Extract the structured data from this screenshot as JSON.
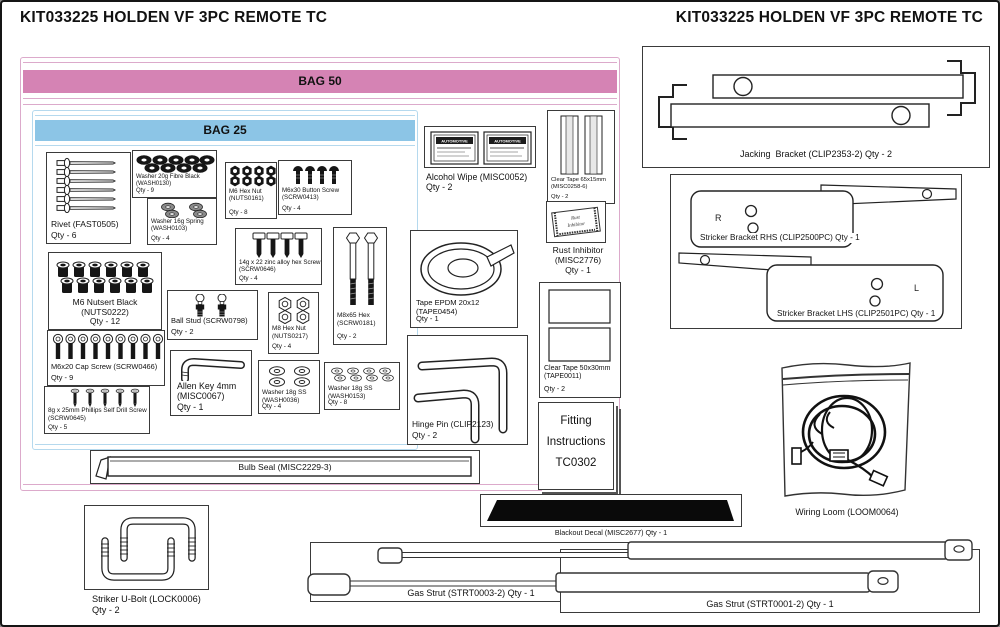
{
  "titles": {
    "left": "KIT033225 HOLDEN VF 3PC REMOTE TC",
    "right": "KIT033225 HOLDEN VF 3PC REMOTE TC"
  },
  "bags": {
    "bag50": {
      "label": "BAG 50",
      "band_color": "#d583b4"
    },
    "bag25": {
      "label": "BAG 25",
      "band_color": "#8cc5e6"
    }
  },
  "parts": {
    "rivet": {
      "label": "Rivet (FAST0505)",
      "qty": "Qty - 6"
    },
    "washer_fibre": {
      "label": "Washer 20g Fibre Black (WASH0130)",
      "qty": "Qty - 9"
    },
    "washer_spring": {
      "label": "Washer 16g Spring (WASH0103)",
      "qty": "Qty - 4"
    },
    "m6_hex_nut": {
      "label": "M6 Hex Nut (NUTS0161)",
      "qty": "Qty - 8"
    },
    "m6x30_button": {
      "label": "M6x30 Button Screw (SCRW0413)",
      "qty": "Qty - 4"
    },
    "zinc_hex_screw": {
      "label": "14g x 22 zinc alloy hex Screw (SCRW0646)",
      "qty": "Qty - 4"
    },
    "m6_nutsert": {
      "label": "M6 Nutsert Black (NUTS0222)",
      "qty": "Qty - 12"
    },
    "ball_stud": {
      "label": "Ball Stud (SCRW0798)",
      "qty": "Qty - 2"
    },
    "m8_hex_nut": {
      "label": "M8 Hex Nut (NUTS0217)",
      "qty": "Qty - 4"
    },
    "m8x65_hex": {
      "label": "M8x65 Hex (SCRW0181)",
      "qty": "Qty - 2"
    },
    "m6x20_cap": {
      "label": "M6x20 Cap Screw (SCRW0466)",
      "qty": "Qty - 9"
    },
    "self_drill": {
      "label": "8g x 25mm Phillips Self Drill Screw (SCRW0645)",
      "qty": "Qty - 5"
    },
    "allen_key": {
      "label": "Allen Key 4mm (MISC0067)",
      "qty": "Qty - 1"
    },
    "washer_18g_36": {
      "label": "Washer 18g SS (WASH0036)",
      "qty": "Qty - 4"
    },
    "washer_18g_153": {
      "label": "Washer 18g SS (WASH0153)",
      "qty": "Qty - 8"
    },
    "alcohol_wipe": {
      "label": "Alcohol Wipe (MISC0052) Qty - 2",
      "wipe_header": "AUTOMOTIVE"
    },
    "clear_tape_65": {
      "label": "Clear Tape 65x15mm (MISC0258-6)",
      "qty": "Qty - 2"
    },
    "rust_inhibitor": {
      "label": "Rust Inhibitor (MISC2776)",
      "qty": "Qty - 1",
      "packet_line1": "Rust",
      "packet_line2": "Inhibitor"
    },
    "tape_epdm": {
      "label": "Tape EPDM 20x12 (TAPE0454)",
      "qty": "Qty - 1"
    },
    "hinge_pin": {
      "label": "Hinge Pin (CLIP2123)",
      "qty": "Qty - 2"
    },
    "clear_tape_50": {
      "label": "Clear Tape 50x30mm (TAPE0011)",
      "qty": "Qty - 2"
    },
    "fitting_instructions": {
      "line1": "Fitting",
      "line2": "Instructions",
      "line3": "TC0302"
    },
    "bulb_seal": {
      "label": "Bulb Seal (MISC2229-3)"
    },
    "jacking_bracket": {
      "label": "Jacking  Bracket (CLIP2353-2) Qty - 2"
    },
    "stricker_rhs": {
      "label": "Stricker Bracket RHS (CLIP2500PC) Qty - 1",
      "marker": "R"
    },
    "stricker_lhs": {
      "label": "Stricker Bracket LHS (CLIP2501PC) Qty - 1",
      "marker": "L"
    },
    "wiring_loom": {
      "label": "Wiring Loom (LOOM0064)"
    },
    "striker_ubolt": {
      "label": "Striker U-Bolt (LOCK0006)",
      "qty": "Qty - 2"
    },
    "blackout_decal": {
      "label": "Blackout Decal (MISC2677) Qty - 1"
    },
    "gas_strut_a": {
      "label": "Gas Strut (STRT0003-2) Qty - 1"
    },
    "gas_strut_b": {
      "label": "Gas Strut (STRT0001-2) Qty - 1"
    }
  }
}
